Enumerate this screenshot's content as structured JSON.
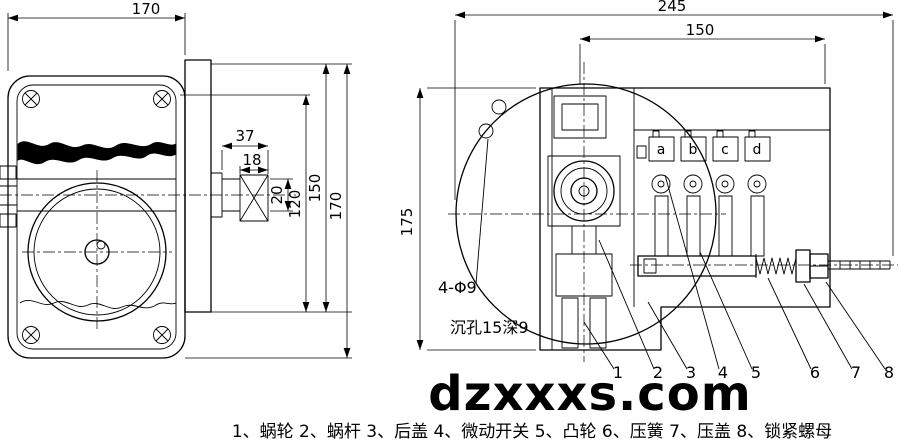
{
  "watermark": "dzxxxs.com",
  "caption": "1、蜗轮 2、蜗杆 3、后盖 4、微动开关 5、凸轮 6、压簧 7、压盖 8、锁紧螺母",
  "left_view": {
    "dims": {
      "top170": "170",
      "d37": "37",
      "d18": "18",
      "d20": "20",
      "d120": "120",
      "d150": "150",
      "d170": "170"
    }
  },
  "right_view": {
    "dims": {
      "d245": "245",
      "d150": "150",
      "d175": "175"
    },
    "notes": {
      "holes": "4-Φ9",
      "counterbore": "沉孔15深9"
    },
    "switch_labels": [
      "a",
      "b",
      "c",
      "d"
    ],
    "part_numbers": [
      "1",
      "2",
      "3",
      "4",
      "5",
      "6",
      "7",
      "8"
    ]
  },
  "colors": {
    "line": "#000000",
    "background": "#ffffff"
  }
}
